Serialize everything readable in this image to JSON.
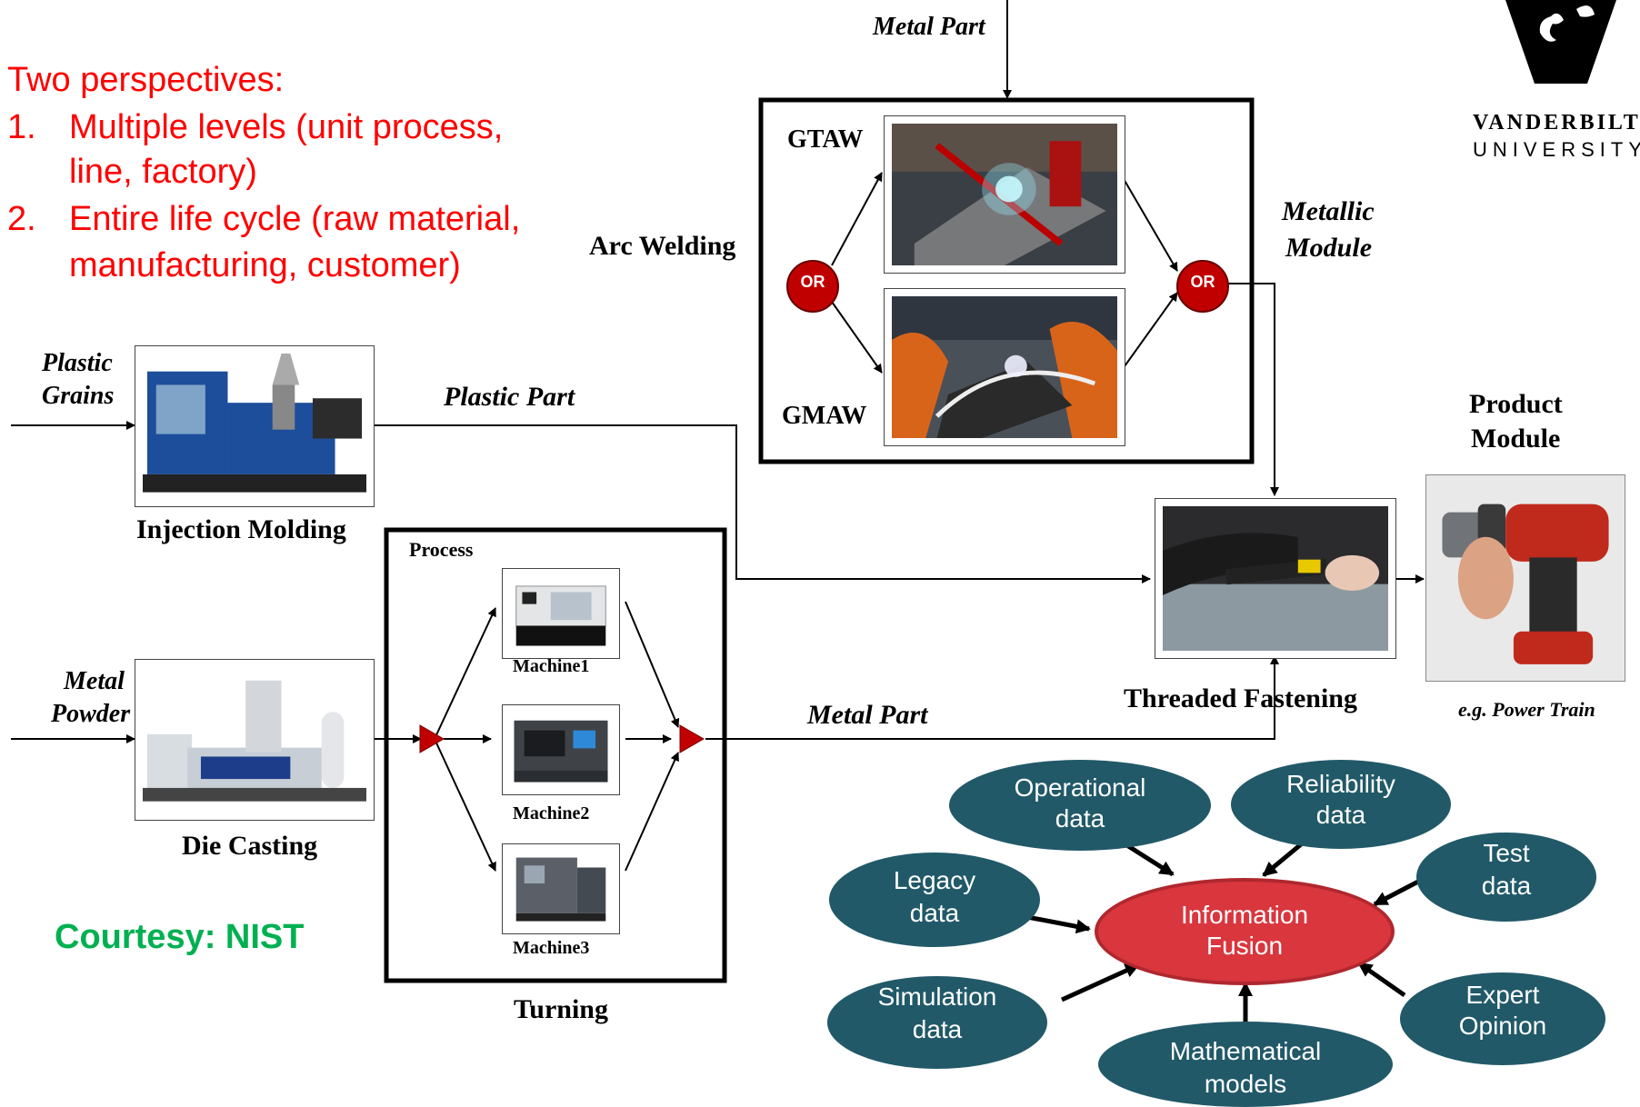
{
  "perspectives": {
    "heading": "Two perspectives:",
    "items": [
      {
        "num": "1.",
        "line1": "Multiple levels (unit process,",
        "line2": "line, factory)"
      },
      {
        "num": "2.",
        "line1": "Entire life cycle (raw material,",
        "line2": "manufacturing, customer)"
      }
    ]
  },
  "courtesy": "Courtesy: NIST",
  "logo": {
    "name": "VANDERBILT",
    "sub": "UNIVERSITY",
    "icon": "oak-leaf-acorn-icon"
  },
  "welding": {
    "input_top": "Metal Part",
    "label": "Arc Welding",
    "gtaw": "GTAW",
    "gmaw": "GMAW",
    "or_left": "OR",
    "or_right": "OR",
    "output_line1": "Metallic",
    "output_line2": "Module"
  },
  "injection": {
    "input_line1": "Plastic",
    "input_line2": "Grains",
    "label": "Injection Molding",
    "output": "Plastic Part"
  },
  "die_casting": {
    "input_line1": "Metal",
    "input_line2": "Powder",
    "label": "Die Casting"
  },
  "turning": {
    "process_label": "Process",
    "machines": [
      "Machine1",
      "Machine2",
      "Machine3"
    ],
    "label": "Turning",
    "output": "Metal Part"
  },
  "fastening": {
    "label": "Threaded Fastening"
  },
  "product": {
    "line1": "Product",
    "line2": "Module",
    "example": "e.g. Power Train"
  },
  "fusion": {
    "center_line1": "Information",
    "center_line2": "Fusion",
    "sources": {
      "operational": [
        "Operational",
        "data"
      ],
      "reliability": [
        "Reliability",
        "data"
      ],
      "test": [
        "Test",
        "data"
      ],
      "legacy": [
        "Legacy",
        "data"
      ],
      "expert": [
        "Expert",
        "Opinion"
      ],
      "simulation": [
        "Simulation",
        "data"
      ],
      "mathematical": [
        "Mathematical",
        "models"
      ]
    }
  },
  "colors": {
    "perspective_text": "#ff0000",
    "courtesy_text": "#00b050",
    "source_ellipse": "#215968",
    "fusion_ellipse": "#d9363e",
    "or_node": "#c00000",
    "triangle_node": "#c00000"
  }
}
